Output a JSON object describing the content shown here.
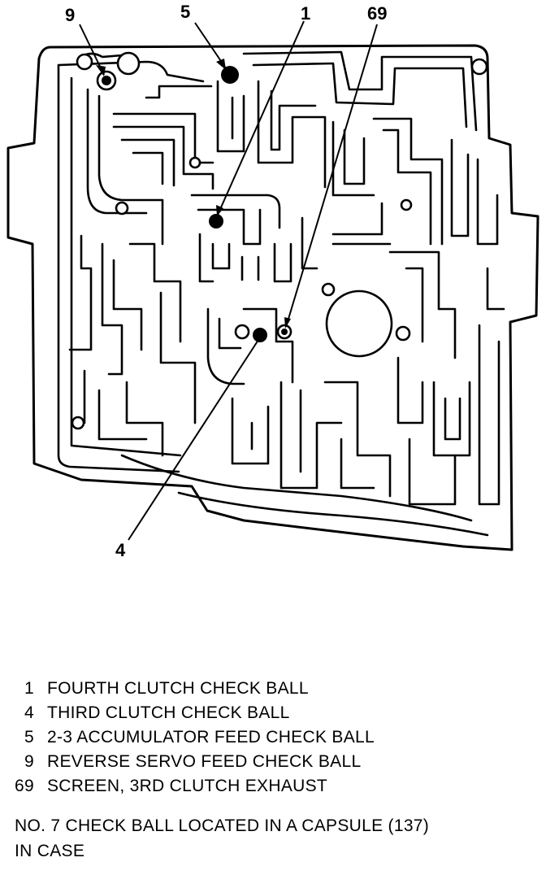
{
  "callouts": {
    "c9": "9",
    "c5": "5",
    "c1": "1",
    "c69": "69",
    "c4": "4"
  },
  "legend": [
    {
      "num": "1",
      "text": "FOURTH CLUTCH CHECK BALL"
    },
    {
      "num": "4",
      "text": "THIRD CLUTCH CHECK BALL"
    },
    {
      "num": "5",
      "text": "2-3 ACCUMULATOR FEED CHECK BALL"
    },
    {
      "num": "9",
      "text": "REVERSE SERVO FEED CHECK BALL"
    },
    {
      "num": "69",
      "text": "SCREEN, 3RD CLUTCH EXHAUST"
    }
  ],
  "footnote": {
    "line1": "NO. 7 CHECK BALL LOCATED IN A CAPSULE (137)",
    "line2": "IN CASE"
  },
  "colors": {
    "ink": "#000000",
    "paper": "#ffffff"
  }
}
